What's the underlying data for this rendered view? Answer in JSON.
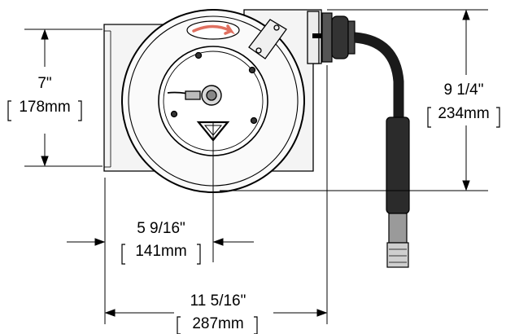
{
  "dimensions": {
    "height_left": {
      "imperial": "7\"",
      "metric": "178mm"
    },
    "height_right": {
      "imperial": "9 1/4\"",
      "metric": "234mm"
    },
    "offset": {
      "imperial": "5 9/16\"",
      "metric": "141mm"
    },
    "width": {
      "imperial": "11 5/16\"",
      "metric": "287mm"
    }
  },
  "colors": {
    "line": "#000000",
    "hose": "#1a1a1a",
    "arrow_accent": "#e07060",
    "panel": "#f2f2f2"
  }
}
